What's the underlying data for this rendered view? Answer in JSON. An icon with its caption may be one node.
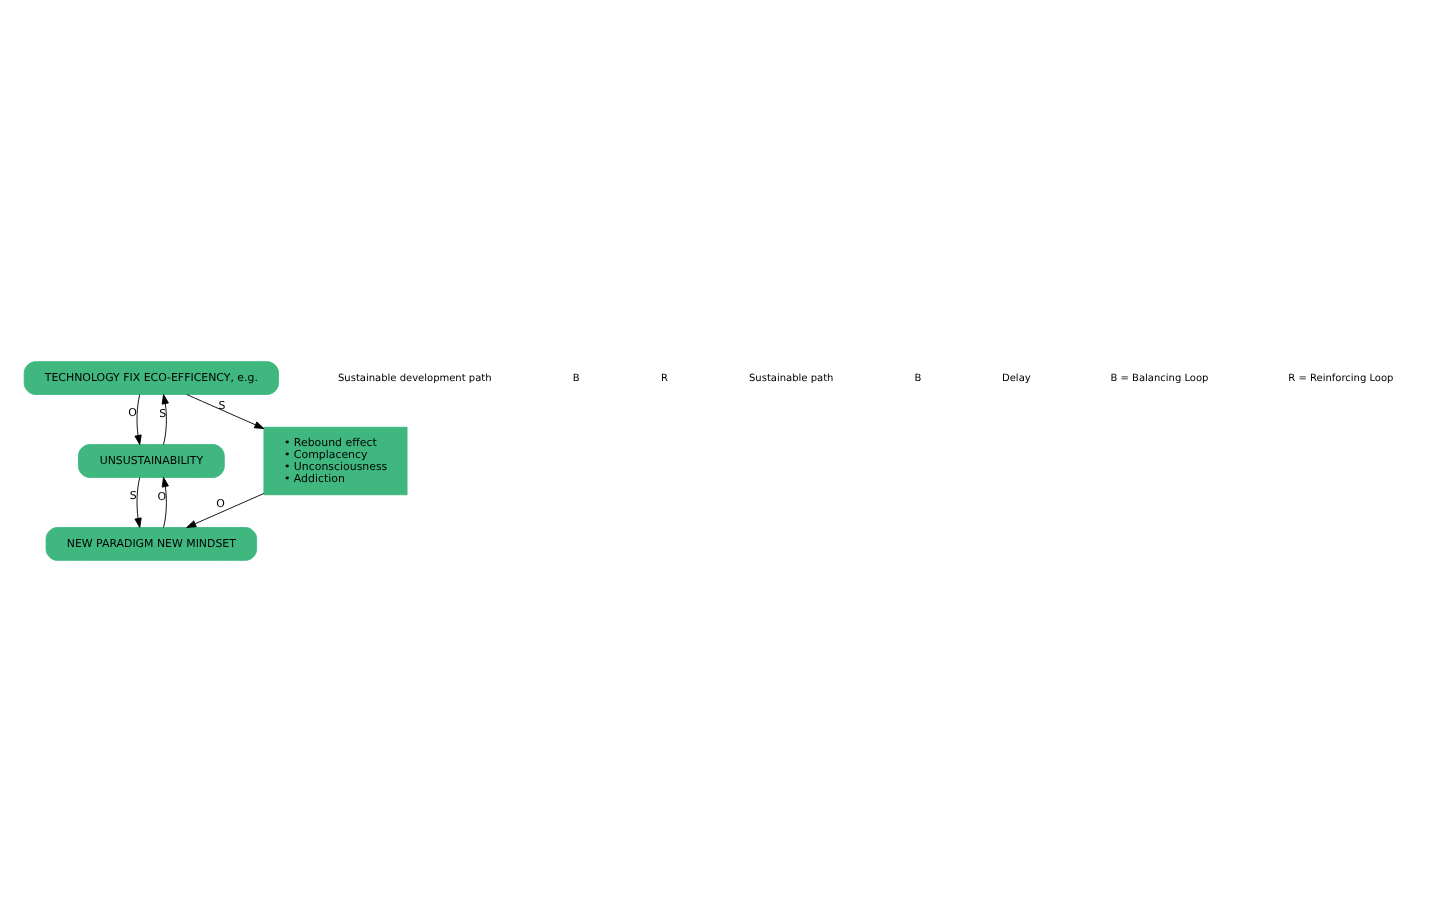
{
  "diagram": {
    "nodes": [
      {
        "text": [
          "TECHNOLOGY FIX ECO-EFFICENCY, e.g."
        ]
      },
      {
        "text": [
          "UNSUSTAINABILITY"
        ]
      },
      {
        "text": [
          "NEW PARADIGM NEW MINDSET"
        ]
      },
      {
        "text": [
          "• Rebound effect",
          "• Complacency",
          "• Unconsciousness",
          "• Addiction"
        ]
      }
    ],
    "edges": [
      {
        "from": 0,
        "to": 1,
        "arrow": "to",
        "label": "O"
      },
      {
        "from": 1,
        "to": 0,
        "arrow": "to",
        "label": "S"
      },
      {
        "from": 0,
        "to": 3,
        "arrow": "to",
        "label": "S"
      },
      {
        "from": 1,
        "to": 2,
        "arrow": "to",
        "label": "S"
      },
      {
        "from": 3,
        "to": 2,
        "arrow": "to",
        "label": "O"
      },
      {
        "from": 2,
        "to": 1,
        "arrow": "to",
        "label": "O"
      }
    ],
    "labels": [
      "Sustainable development path",
      "B",
      "R",
      "Sustainable path",
      "B",
      "Delay",
      "B = Balancing Loop",
      "R = Reinforcing Loop"
    ]
  }
}
